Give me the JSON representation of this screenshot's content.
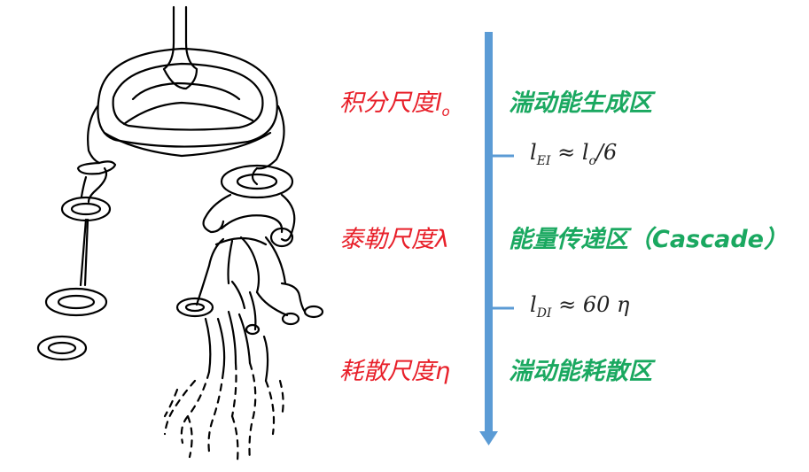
{
  "colors": {
    "arrow": "#5b9bd5",
    "scale_text": "#e8202a",
    "region_text": "#1aa860",
    "drawing": "#000000"
  },
  "scales": {
    "integral": {
      "text": "积分尺度",
      "symbol": "l",
      "subscript": "o"
    },
    "taylor": {
      "text": "泰勒尺度λ"
    },
    "dissipation": {
      "text": "耗散尺度η"
    }
  },
  "regions": {
    "production": "湍动能生成区",
    "cascade": "能量传递区（Cascade）",
    "dissipation": "湍动能耗散区"
  },
  "boundaries": {
    "ei": {
      "symbol": "l",
      "subscript": "EI",
      "relation": "≈ l",
      "rel_sub": "o",
      "tail": "/6"
    },
    "di": {
      "symbol": "l",
      "subscript": "DI",
      "relation": "≈ 60 η"
    }
  }
}
